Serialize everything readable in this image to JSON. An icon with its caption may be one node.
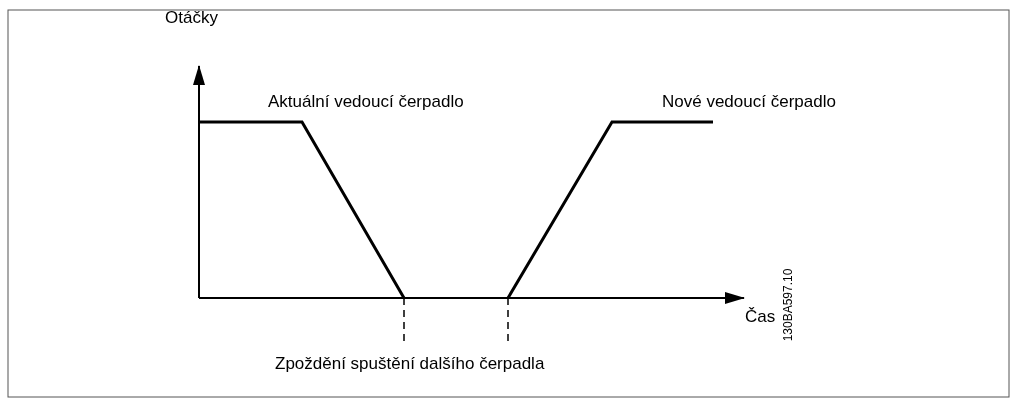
{
  "diagram": {
    "labels": [
      "Otáčky",
      "Aktuální vedoucí čerpadlo",
      "Nové vedoucí čerpadlo",
      "Čas",
      "Zpoždění spuštění dalšího čerpadla",
      "130BA597.10"
    ]
  }
}
